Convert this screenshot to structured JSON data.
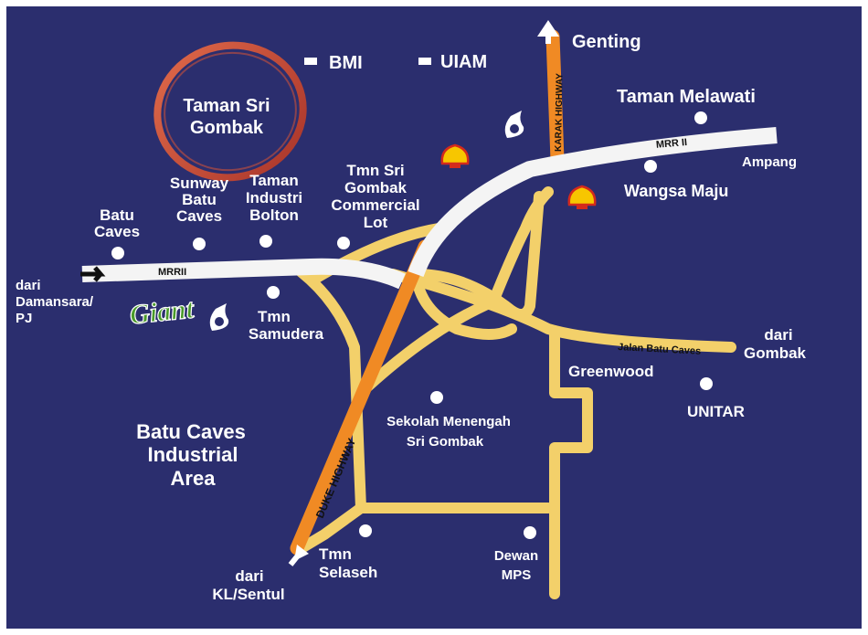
{
  "colors": {
    "background": "#2b2e6e",
    "border": "#ffffff",
    "white_road": "#f4f4f4",
    "yellow_road": "#f3d06a",
    "highway": "#f08a24",
    "label": "#ffffff",
    "road_label": "#111111",
    "ring": "#c8503a",
    "shell_yellow": "#f7c600",
    "shell_red": "#d42a1c",
    "giant_green": "#4a9a2a"
  },
  "ring_label": {
    "line1": "Taman Sri",
    "line2": "Gombak"
  },
  "top_marks": {
    "bmi": "BMI",
    "uiam": "UIAM"
  },
  "places": {
    "genting": "Genting",
    "taman_melawati": "Taman Melawati",
    "ampang": "Ampang",
    "wangsa_maju": "Wangsa Maju",
    "batu_caves": {
      "l1": "Batu",
      "l2": "Caves"
    },
    "sunway": {
      "l1": "Sunway",
      "l2": "Batu",
      "l3": "Caves"
    },
    "bolton": {
      "l1": "Taman",
      "l2": "Industri",
      "l3": "Bolton"
    },
    "commercial": {
      "l1": "Tmn Sri",
      "l2": "Gombak",
      "l3": "Commercial",
      "l4": "Lot"
    },
    "damansara": {
      "l1": "dari",
      "l2": "Damansara/",
      "l3": "PJ"
    },
    "samudera": {
      "l1": "Tmn",
      "l2": "Samudera"
    },
    "dari_gombak": {
      "l1": "dari",
      "l2": "Gombak"
    },
    "greenwood": "Greenwood",
    "unitar": "UNITAR",
    "sekolah": {
      "l1": "Sekolah Menengah",
      "l2": "Sri Gombak"
    },
    "industrial": {
      "l1": "Batu Caves",
      "l2": "Industrial",
      "l3": "Area"
    },
    "kl_sentul": {
      "l1": "dari",
      "l2": "KL/Sentul"
    },
    "selaseh": {
      "l1": "Tmn",
      "l2": "Selaseh"
    },
    "dewan": {
      "l1": "Dewan",
      "l2": "MPS"
    }
  },
  "roads": {
    "mrr2_east": "MRR II",
    "mrr2_west": "MRRII",
    "karak": "KARAK HIGHWAY",
    "duke": "DUKE HIGHWAY",
    "jalan_batu_caves": "Jalan Batu Caves"
  },
  "brands": {
    "giant": "Giant"
  },
  "icons": [
    "shell-icon",
    "petronas-icon",
    "giant-logo",
    "arrow-icon",
    "location-dot-icon",
    "building-marker-icon"
  ]
}
